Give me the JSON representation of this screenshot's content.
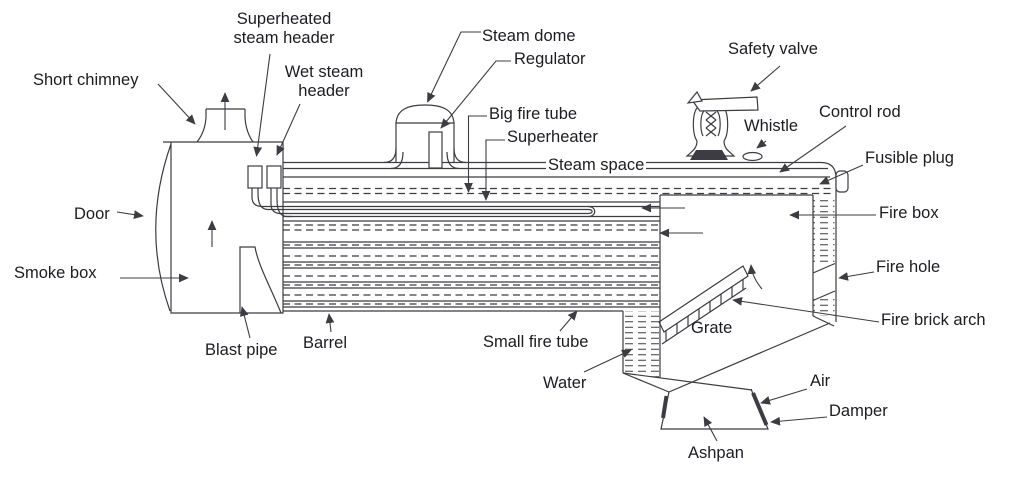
{
  "colors": {
    "line": "#3c3c42",
    "text": "#1c1c22",
    "background": "#ffffff"
  },
  "labels": {
    "superheated_steam_header": {
      "text": "Superheated\nsteam header"
    },
    "short_chimney": {
      "text": "Short chimney"
    },
    "wet_steam_header": {
      "text": "Wet steam\nheader"
    },
    "steam_dome": {
      "text": "Steam dome"
    },
    "regulator": {
      "text": "Regulator"
    },
    "big_fire_tube": {
      "text": "Big fire tube"
    },
    "superheater": {
      "text": "Superheater"
    },
    "steam_space": {
      "text": "Steam space"
    },
    "safety_valve": {
      "text": "Safety valve"
    },
    "whistle": {
      "text": "Whistle"
    },
    "control_rod": {
      "text": "Control rod"
    },
    "fusible_plug": {
      "text": "Fusible plug"
    },
    "fire_box": {
      "text": "Fire box"
    },
    "door": {
      "text": "Door"
    },
    "smoke_box": {
      "text": "Smoke box"
    },
    "fire_hole": {
      "text": "Fire hole"
    },
    "fire_brick_arch": {
      "text": "Fire brick arch"
    },
    "grate": {
      "text": "Grate"
    },
    "blast_pipe": {
      "text": "Blast pipe"
    },
    "barrel": {
      "text": "Barrel"
    },
    "small_fire_tube": {
      "text": "Small fire tube"
    },
    "water": {
      "text": "Water"
    },
    "air": {
      "text": "Air"
    },
    "damper": {
      "text": "Damper"
    },
    "ashpan": {
      "text": "Ashpan"
    }
  }
}
